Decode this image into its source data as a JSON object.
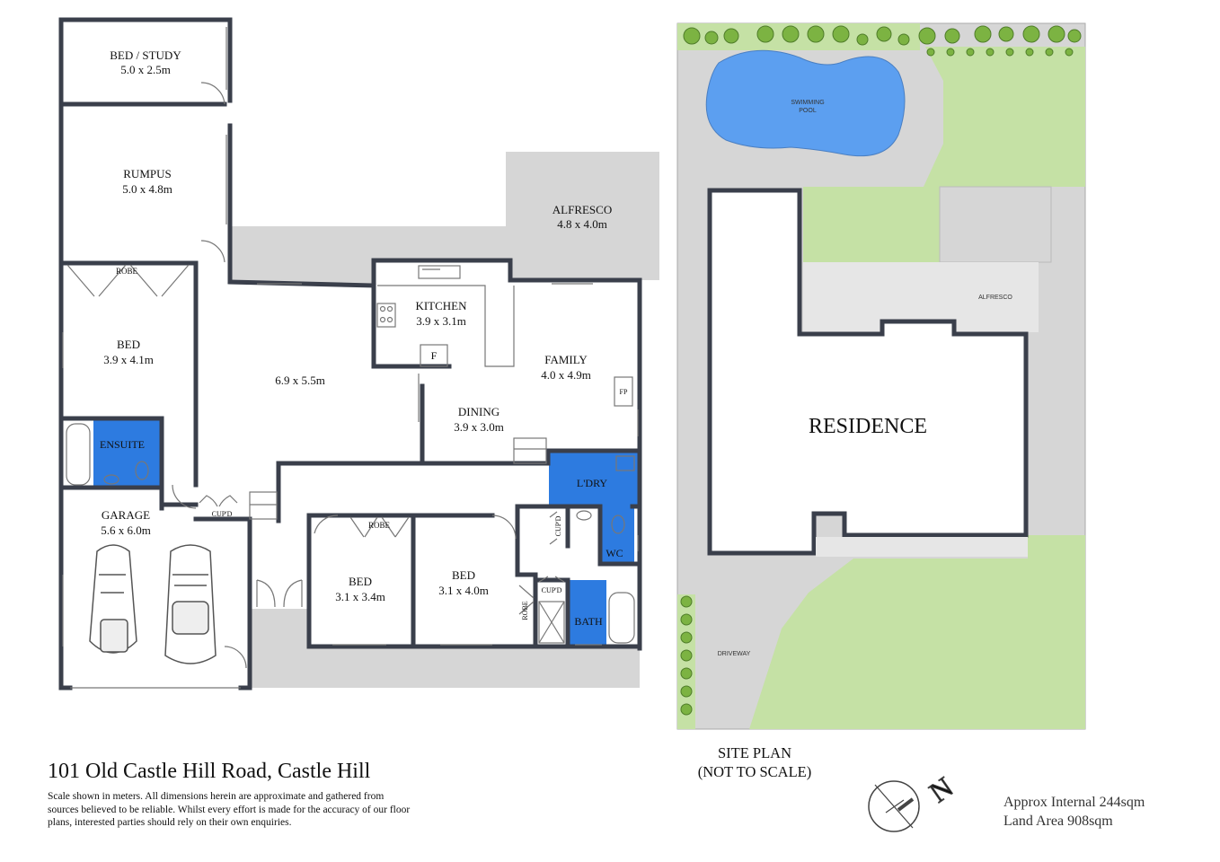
{
  "address": "101 Old Castle Hill Road, Castle Hill",
  "disclaimer": [
    "Scale shown in meters. All dimensions herein are approximate and gathered from",
    "sources believed to be  reliable. Whilst every effort is made for the accuracy of our floor",
    "plans, interested parties should rely on their own enquiries."
  ],
  "floor_plan": {
    "rooms": {
      "bed_study": {
        "name": "BED / STUDY",
        "dims": "5.0 x 2.5m"
      },
      "rumpus": {
        "name": "RUMPUS",
        "dims": "5.0 x 4.8m"
      },
      "alfresco": {
        "name": "ALFRESCO",
        "dims": "4.8 x 4.0m"
      },
      "bed1": {
        "name": "BED",
        "dims": "3.9 x 4.1m"
      },
      "robe1": {
        "name": "ROBE"
      },
      "living": {
        "dims": "6.9 x 5.5m"
      },
      "kitchen": {
        "name": "KITCHEN",
        "dims": "3.9 x 3.1m"
      },
      "fridge": {
        "name": "F"
      },
      "family": {
        "name": "FAMILY",
        "dims": "4.0 x 4.9m"
      },
      "fireplace": {
        "name": "FP"
      },
      "dining": {
        "name": "DINING",
        "dims": "3.9 x 3.0m"
      },
      "ensuite": {
        "name": "ENSUITE"
      },
      "garage": {
        "name": "GARAGE",
        "dims": "5.6 x 6.0m"
      },
      "cupd1": {
        "name": "CUP'D"
      },
      "robe2": {
        "name": "ROBE"
      },
      "bed2": {
        "name": "BED",
        "dims": "3.1 x 3.4m"
      },
      "bed3": {
        "name": "BED",
        "dims": "3.1 x 4.0m"
      },
      "robe3": {
        "name": "ROBE"
      },
      "laundry": {
        "name": "L'DRY"
      },
      "cupd2": {
        "name": "CUP'D"
      },
      "wc": {
        "name": "WC"
      },
      "cupd3": {
        "name": "CUP'D"
      },
      "bath": {
        "name": "BATH"
      }
    }
  },
  "site_plan": {
    "caption_line1": "SITE PLAN",
    "caption_line2": "(NOT TO SCALE)",
    "labels": {
      "pool_line1": "SWIMMING",
      "pool_line2": "POOL",
      "alfresco": "ALFRESCO",
      "residence": "RESIDENCE",
      "driveway": "DRIVEWAY"
    }
  },
  "compass_letter": "N",
  "areas": {
    "internal": "Approx Internal 244sqm",
    "land": "Land Area 908sqm"
  },
  "colors": {
    "wall": "#3a3f4b",
    "wet_area": "#2d7be0",
    "paving": "#d6d6d6",
    "lawn": "#c5e1a5",
    "pool": "#5c9ff0",
    "hedge": "#7cb342"
  }
}
